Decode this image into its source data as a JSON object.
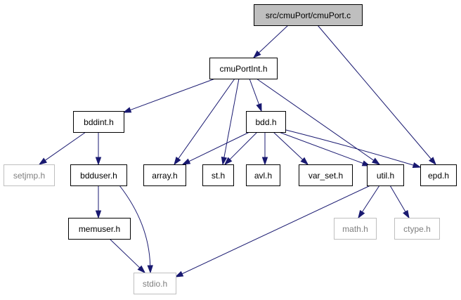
{
  "graph": {
    "colors": {
      "edge": "#191970",
      "node_border": "#000000",
      "external_border": "#bfbfbf",
      "external_text": "#7f7f7f",
      "root_fill": "#bfbfbf"
    },
    "nodes": [
      {
        "id": "cmuPort_c",
        "label": "src/cmuPort/cmuPort.c",
        "kind": "root"
      },
      {
        "id": "cmuPortInt_h",
        "label": "cmuPortInt.h",
        "kind": "internal"
      },
      {
        "id": "bddint_h",
        "label": "bddint.h",
        "kind": "internal"
      },
      {
        "id": "bdd_h",
        "label": "bdd.h",
        "kind": "internal"
      },
      {
        "id": "setjmp_h",
        "label": "setjmp.h",
        "kind": "external"
      },
      {
        "id": "bdduser_h",
        "label": "bdduser.h",
        "kind": "internal"
      },
      {
        "id": "array_h",
        "label": "array.h",
        "kind": "internal"
      },
      {
        "id": "st_h",
        "label": "st.h",
        "kind": "internal"
      },
      {
        "id": "avl_h",
        "label": "avl.h",
        "kind": "internal"
      },
      {
        "id": "var_set_h",
        "label": "var_set.h",
        "kind": "internal"
      },
      {
        "id": "util_h",
        "label": "util.h",
        "kind": "internal"
      },
      {
        "id": "epd_h",
        "label": "epd.h",
        "kind": "internal"
      },
      {
        "id": "memuser_h",
        "label": "memuser.h",
        "kind": "internal"
      },
      {
        "id": "math_h",
        "label": "math.h",
        "kind": "external"
      },
      {
        "id": "ctype_h",
        "label": "ctype.h",
        "kind": "external"
      },
      {
        "id": "stdio_h",
        "label": "stdio.h",
        "kind": "external"
      }
    ],
    "edges": [
      {
        "from": "cmuPort_c",
        "to": "cmuPortInt_h"
      },
      {
        "from": "cmuPort_c",
        "to": "epd_h"
      },
      {
        "from": "cmuPortInt_h",
        "to": "bddint_h"
      },
      {
        "from": "cmuPortInt_h",
        "to": "bdd_h"
      },
      {
        "from": "cmuPortInt_h",
        "to": "array_h"
      },
      {
        "from": "cmuPortInt_h",
        "to": "st_h"
      },
      {
        "from": "cmuPortInt_h",
        "to": "util_h"
      },
      {
        "from": "bddint_h",
        "to": "setjmp_h"
      },
      {
        "from": "bddint_h",
        "to": "bdduser_h"
      },
      {
        "from": "bdd_h",
        "to": "array_h"
      },
      {
        "from": "bdd_h",
        "to": "st_h"
      },
      {
        "from": "bdd_h",
        "to": "avl_h"
      },
      {
        "from": "bdd_h",
        "to": "var_set_h"
      },
      {
        "from": "bdd_h",
        "to": "util_h"
      },
      {
        "from": "bdd_h",
        "to": "epd_h"
      },
      {
        "from": "bdduser_h",
        "to": "memuser_h"
      },
      {
        "from": "bdduser_h",
        "to": "stdio_h"
      },
      {
        "from": "memuser_h",
        "to": "stdio_h"
      },
      {
        "from": "util_h",
        "to": "math_h"
      },
      {
        "from": "util_h",
        "to": "ctype_h"
      },
      {
        "from": "util_h",
        "to": "stdio_h"
      }
    ]
  }
}
